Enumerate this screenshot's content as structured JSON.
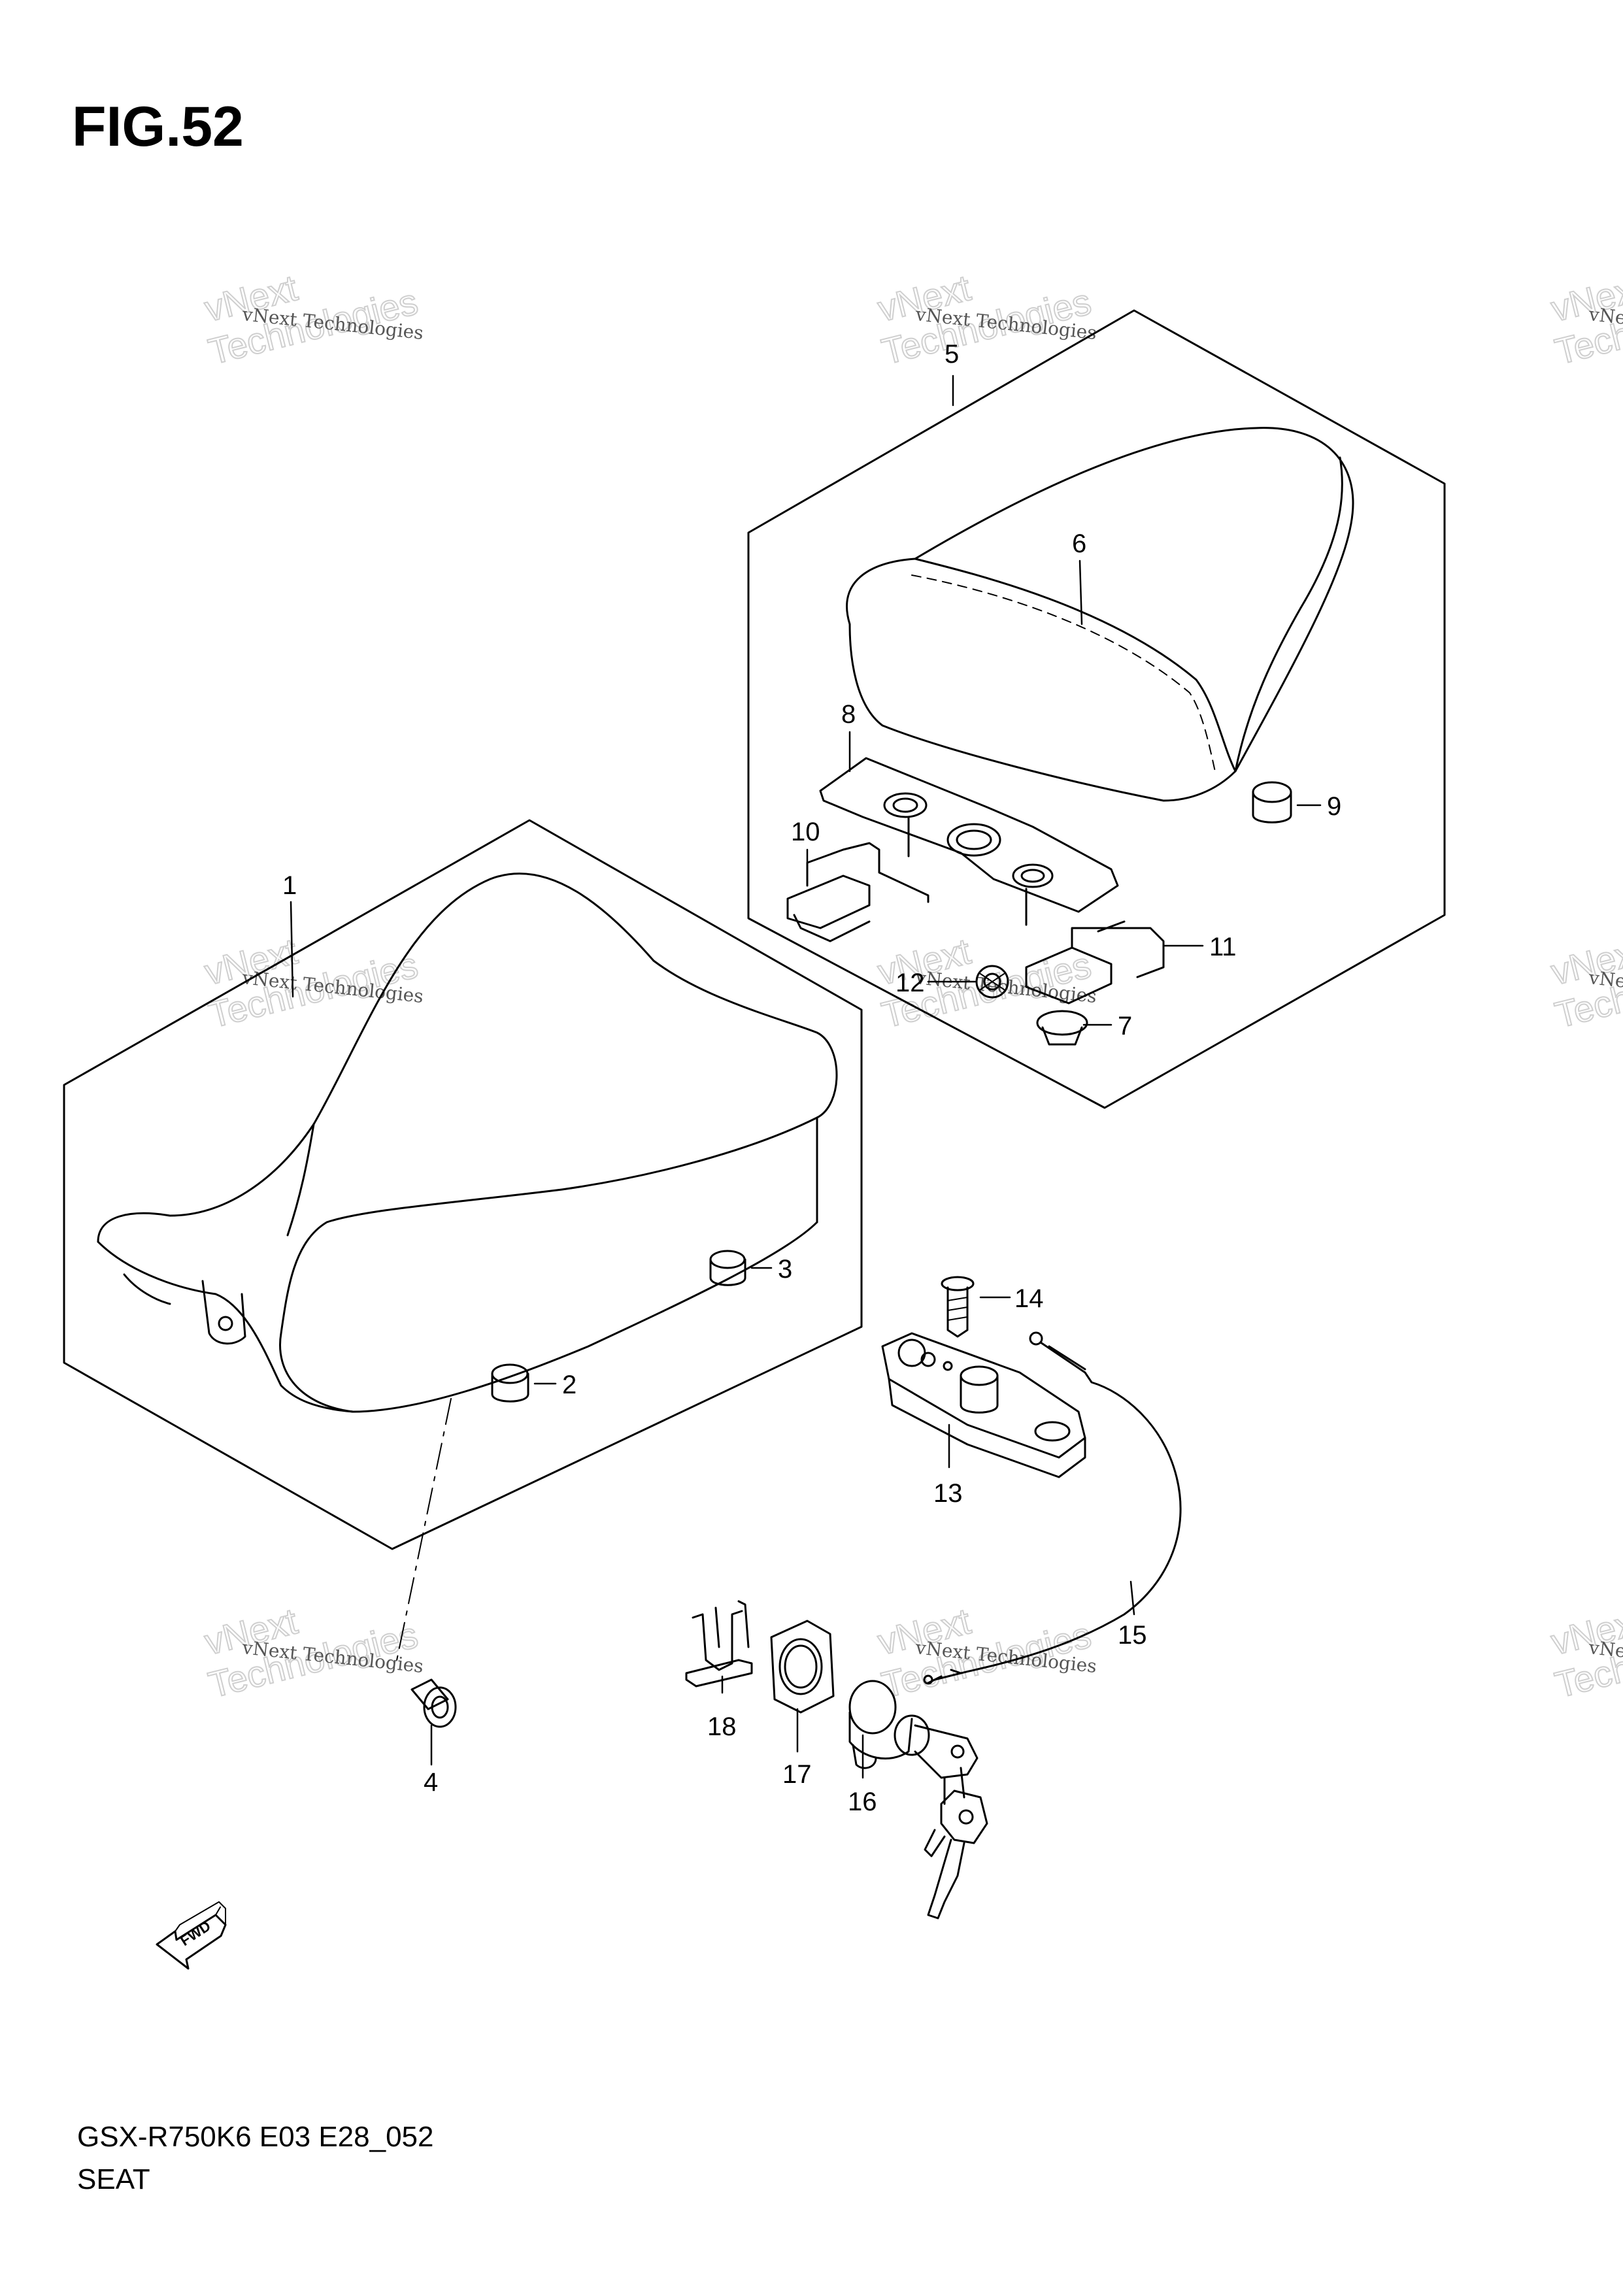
{
  "figure": {
    "title": "FIG.52",
    "model_code": "GSX-R750K6 E03 E28_052",
    "section_name": "SEAT",
    "fwd_label": "FWD"
  },
  "watermark": {
    "line1": "vNext",
    "line2": "Technologies",
    "full": "vNext Technologies"
  },
  "callouts": [
    {
      "id": "1"
    },
    {
      "id": "2"
    },
    {
      "id": "3"
    },
    {
      "id": "4"
    },
    {
      "id": "5"
    },
    {
      "id": "6"
    },
    {
      "id": "7"
    },
    {
      "id": "8"
    },
    {
      "id": "9"
    },
    {
      "id": "10"
    },
    {
      "id": "11"
    },
    {
      "id": "12"
    },
    {
      "id": "13"
    },
    {
      "id": "14"
    },
    {
      "id": "15"
    },
    {
      "id": "16"
    },
    {
      "id": "17"
    },
    {
      "id": "18"
    }
  ]
}
